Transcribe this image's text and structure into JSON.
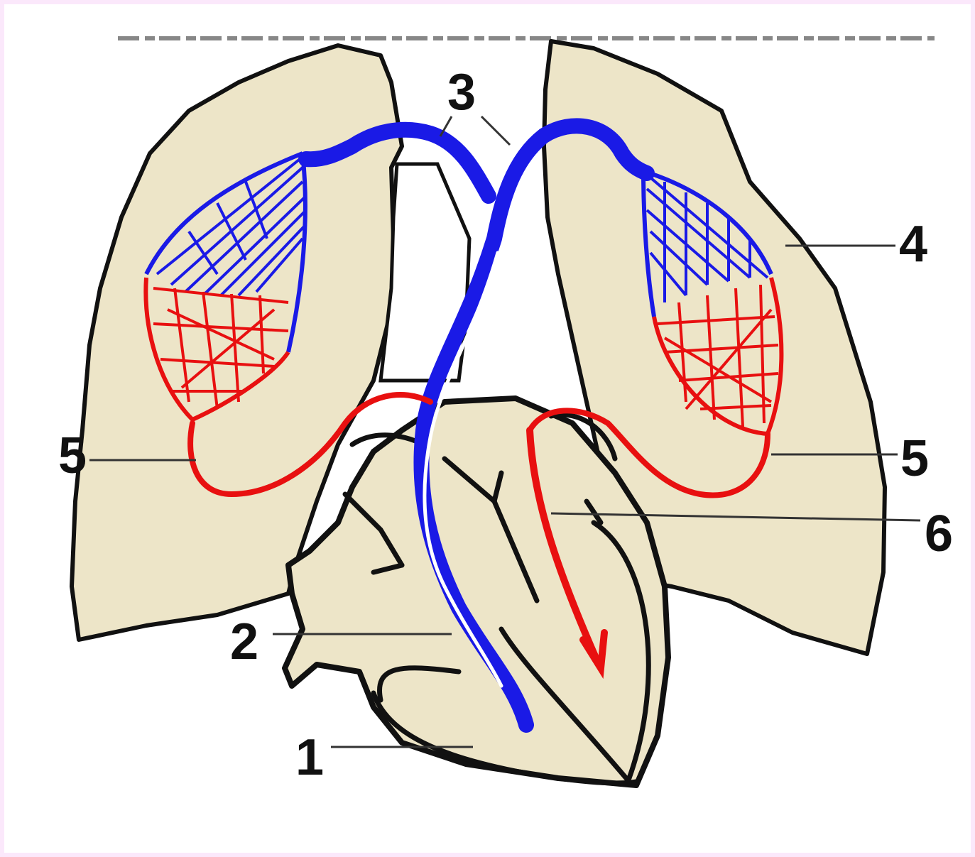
{
  "colors": {
    "frame": "#fbe8fb",
    "background": "#ffffff",
    "tissue": "#ede5c8",
    "outline": "#111111",
    "deoxygenated": "#1a1ae6",
    "oxygenated": "#e81010"
  },
  "labels": {
    "l1": "1",
    "l2": "2",
    "l3": "3",
    "l4": "4",
    "l5_left": "5",
    "l5_right": "5",
    "l6": "6"
  }
}
